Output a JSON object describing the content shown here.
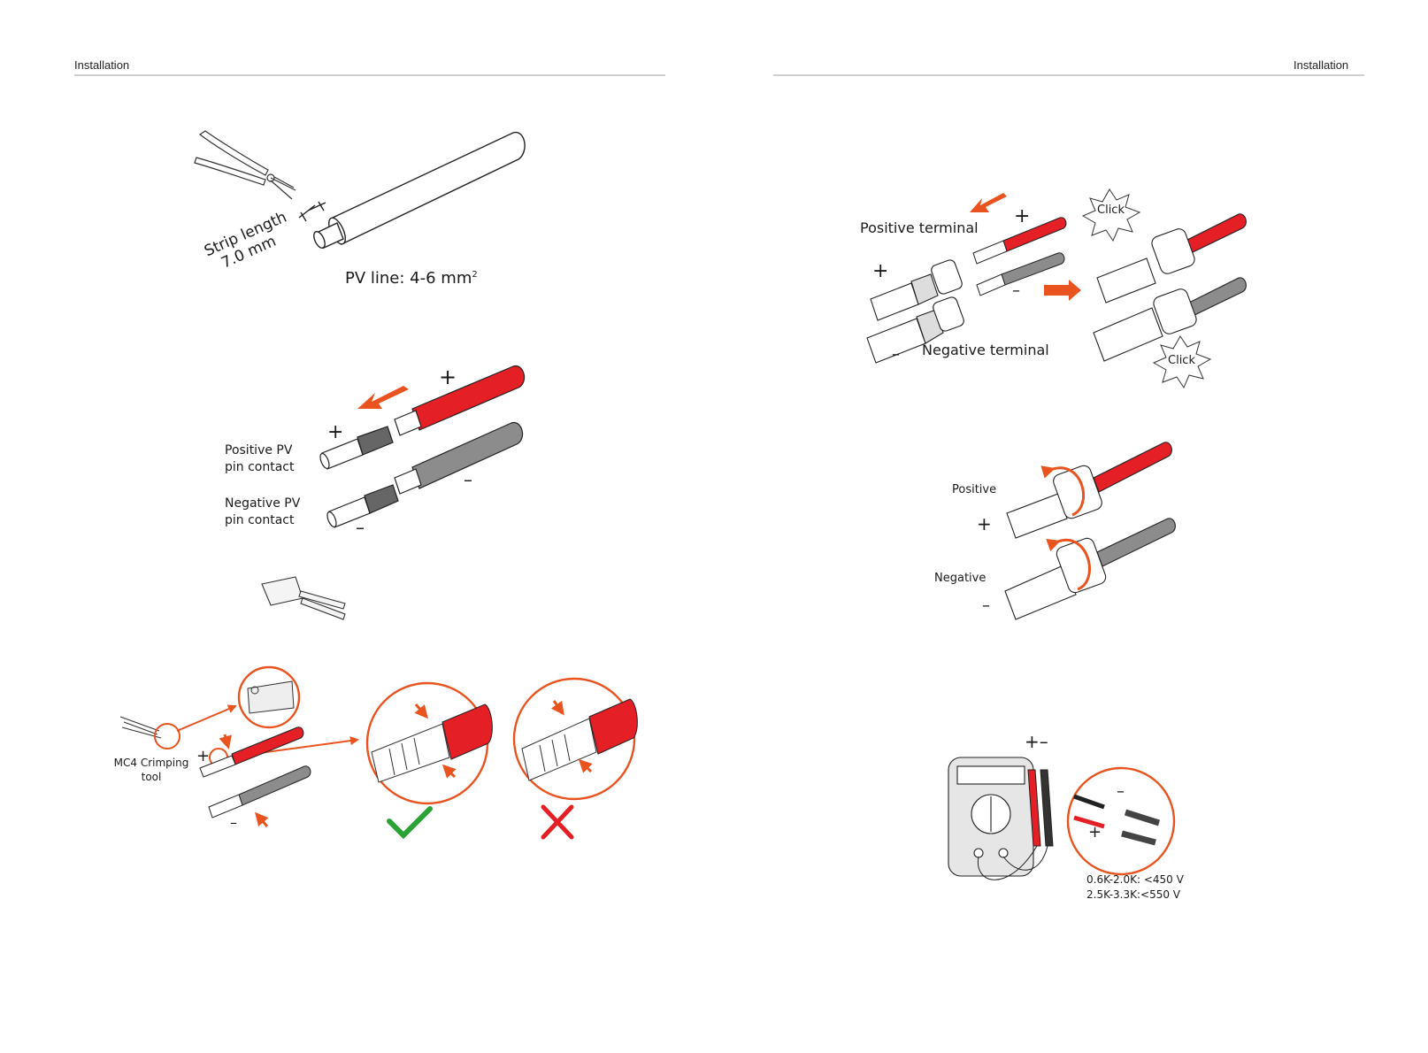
{
  "header": {
    "left_title": "Installation",
    "right_title": "Installation"
  },
  "left_page": {
    "strip": {
      "strip_line1": "Strip length",
      "strip_line2": "7.0 mm",
      "pv_line": "PV line: 4-6 mm",
      "pv_line_sup": "2"
    },
    "pins": {
      "plus": "+",
      "minus": "–",
      "positive_line1": "Positive PV",
      "positive_line2": "pin contact",
      "negative_line1": "Negative PV",
      "negative_line2": "pin contact"
    },
    "crimp": {
      "tool_line1": "MC4 Crimping",
      "tool_line2": "tool",
      "plus": "+",
      "minus": "–"
    }
  },
  "right_page": {
    "terminals": {
      "positive_terminal": "Positive terminal",
      "negative_terminal": "Negative terminal",
      "click_top": "Click",
      "click_bottom": "Click",
      "plus": "+",
      "minus": "–"
    },
    "tighten": {
      "positive": "Positive",
      "negative": "Negative",
      "plus": "+",
      "minus": "–"
    },
    "meter": {
      "probes": "+–",
      "probe_minus": "–",
      "probe_plus": "+",
      "range1": "0.6K-2.0K: <450 V",
      "range2": "2.5K-3.3K:<550 V"
    }
  },
  "colors": {
    "accent_orange": "#e8531f",
    "cable_red": "#e41f26",
    "cable_grey": "#8c8c8c",
    "check_green": "#2aa236",
    "cross_red": "#e41f26"
  }
}
